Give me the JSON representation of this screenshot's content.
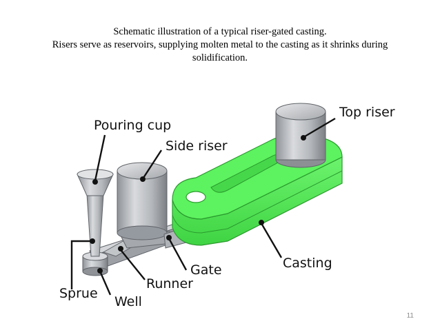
{
  "caption": {
    "line1": "Schematic illustration of a typical riser-gated casting.",
    "line2": "Risers serve as reservoirs, supplying molten metal to the casting as it shrinks during",
    "line3": "solidification."
  },
  "labels": {
    "pouring_cup": "Pouring cup",
    "side_riser": "Side riser",
    "top_riser": "Top riser",
    "sprue": "Sprue",
    "well": "Well",
    "runner": "Runner",
    "gate": "Gate",
    "casting": "Casting"
  },
  "page_number": "11",
  "colors": {
    "casting": "#5df25f",
    "casting_edge": "#2a9a2e",
    "metal": "#b9bcc0",
    "metal_dark": "#6d7176"
  }
}
